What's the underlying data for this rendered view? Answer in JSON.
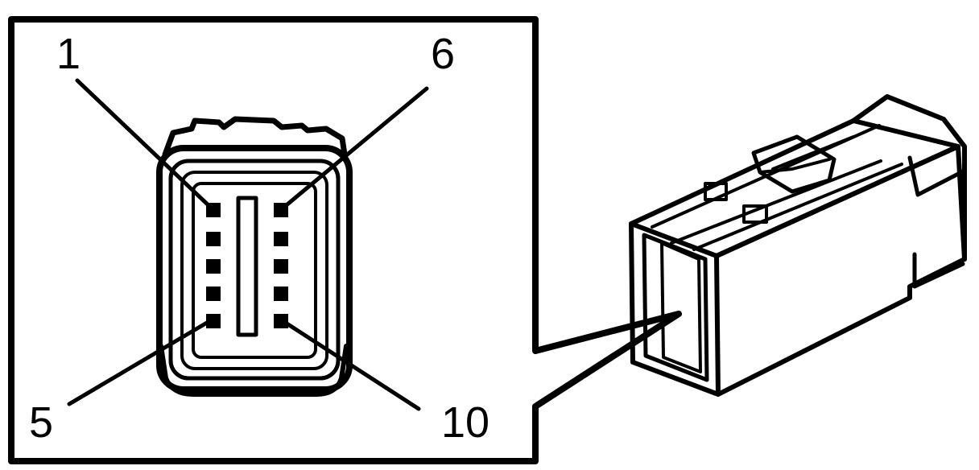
{
  "figure": {
    "ink_color": "#000000",
    "background_color": "#ffffff",
    "pin_labels": {
      "first_top": "1",
      "first_bottom": "5",
      "second_top": "6",
      "second_bottom": "10"
    },
    "pin_columns": 2,
    "pins_per_column": 5
  }
}
